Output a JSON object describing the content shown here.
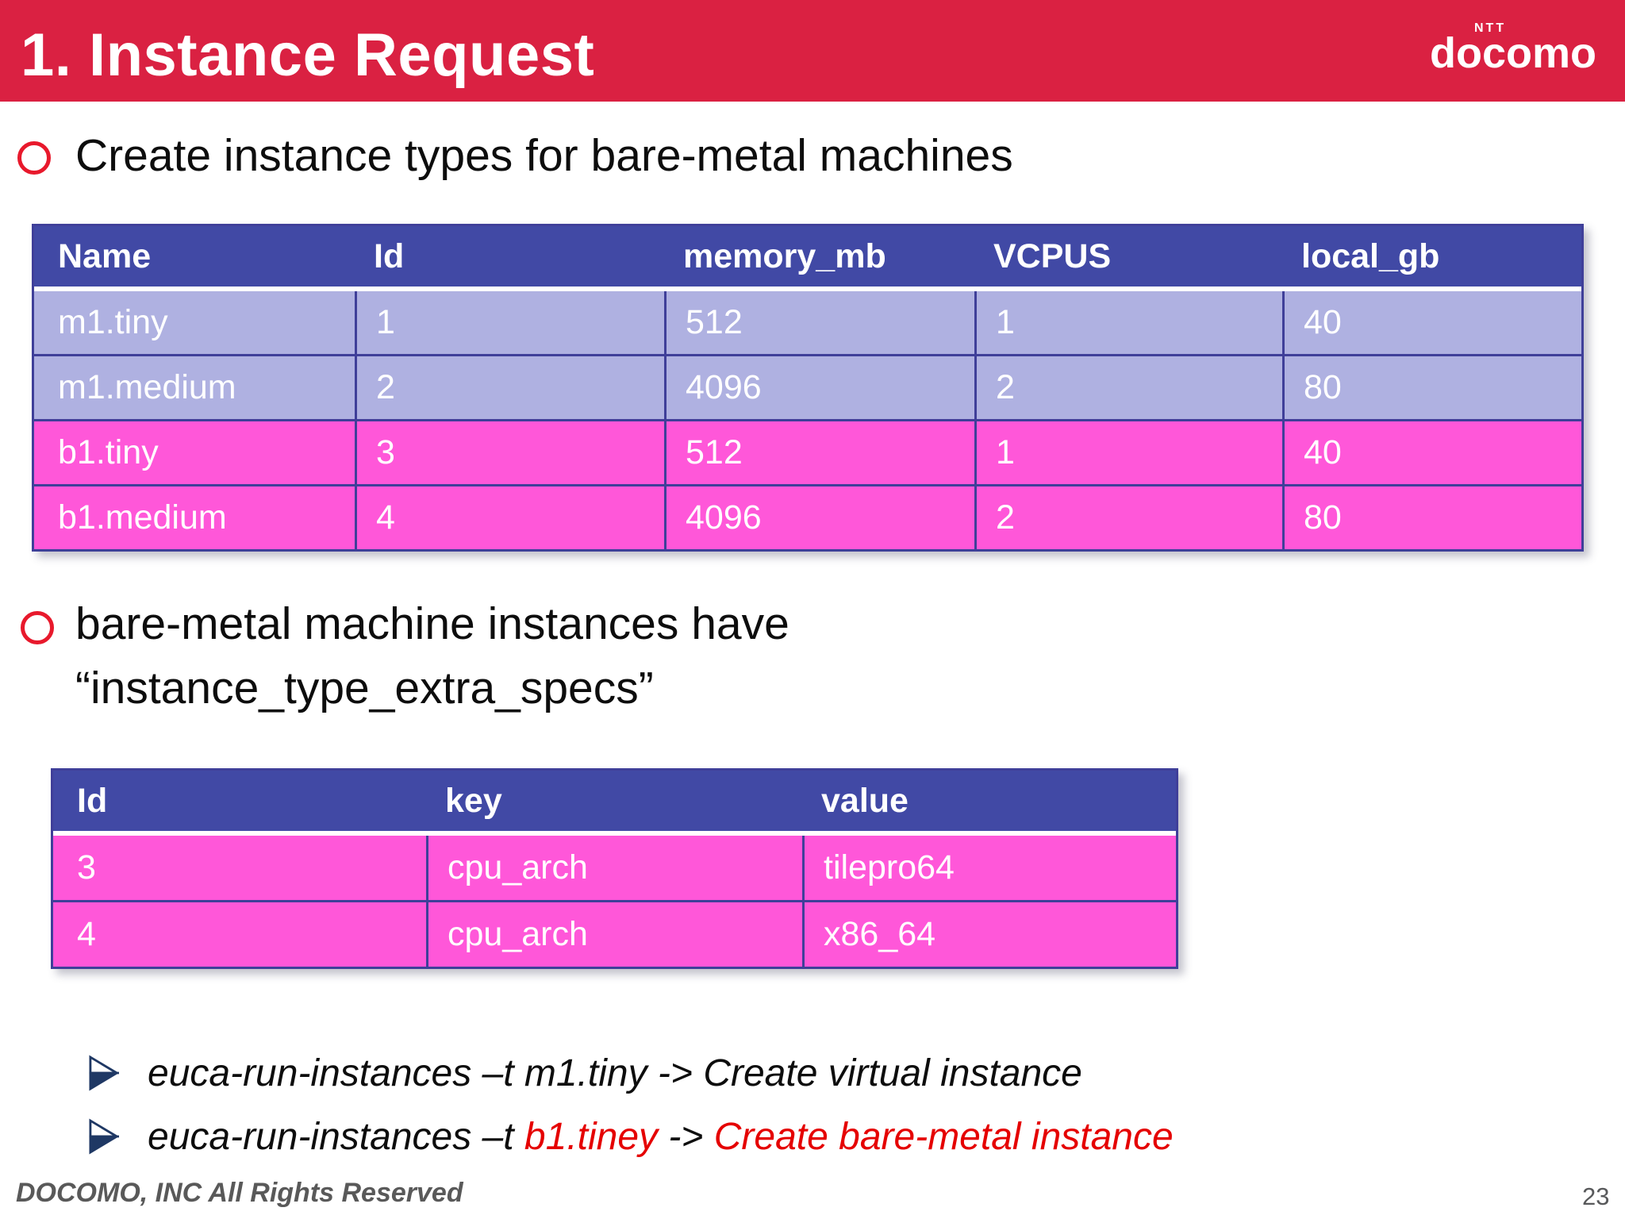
{
  "header": {
    "title": "1. Instance Request",
    "logo_small": "NTT",
    "logo_main": "docomo"
  },
  "bullets": [
    {
      "text": "Create instance types for bare-metal machines"
    },
    {
      "line1": "bare-metal machine instances have",
      "line2": "“instance_type_extra_specs”"
    }
  ],
  "table1": {
    "headers": [
      "Name",
      "Id",
      "memory_mb",
      "VCPUS",
      "local_gb"
    ],
    "rows": [
      {
        "cells": [
          "m1.tiny",
          "1",
          "512",
          "1",
          "40"
        ],
        "variant": "lavender"
      },
      {
        "cells": [
          "m1.medium",
          "2",
          "4096",
          "2",
          "80"
        ],
        "variant": "lavender"
      },
      {
        "cells": [
          "b1.tiny",
          "3",
          "512",
          "1",
          "40"
        ],
        "variant": "pink"
      },
      {
        "cells": [
          "b1.medium",
          "4",
          "4096",
          "2",
          "80"
        ],
        "variant": "pink"
      }
    ]
  },
  "table2": {
    "headers": [
      "Id",
      "key",
      "value"
    ],
    "rows": [
      {
        "cells": [
          "3",
          "cpu_arch",
          "tilepro64"
        ],
        "variant": "pink"
      },
      {
        "cells": [
          "4",
          "cpu_arch",
          "x86_64"
        ],
        "variant": "pink"
      }
    ]
  },
  "commands": [
    {
      "parts": [
        {
          "text": "euca-run-instances –t m1.tiny -> Create virtual instance",
          "emphasis": false
        }
      ]
    },
    {
      "parts": [
        {
          "text": "euca-run-instances –t ",
          "emphasis": false
        },
        {
          "text": "b1.tiney",
          "emphasis": true
        },
        {
          "text": " -> ",
          "emphasis": false
        },
        {
          "text": "Create bare-metal instance",
          "emphasis": true
        }
      ]
    }
  ],
  "footer": {
    "copyright": "DOCOMO, INC All Rights Reserved",
    "page": "23"
  },
  "colors": {
    "header_bar": "#DA2142",
    "table_header_blue": "#4149A5",
    "row_lavender": "#AFB1E1",
    "row_pink": "#FF57D9",
    "table_border": "#3F3F99",
    "emphasis_red": "#E50000",
    "bullet_ring_red": "#E8192C",
    "arrow_navy": "#1F3864",
    "footer_gray": "#595959"
  }
}
